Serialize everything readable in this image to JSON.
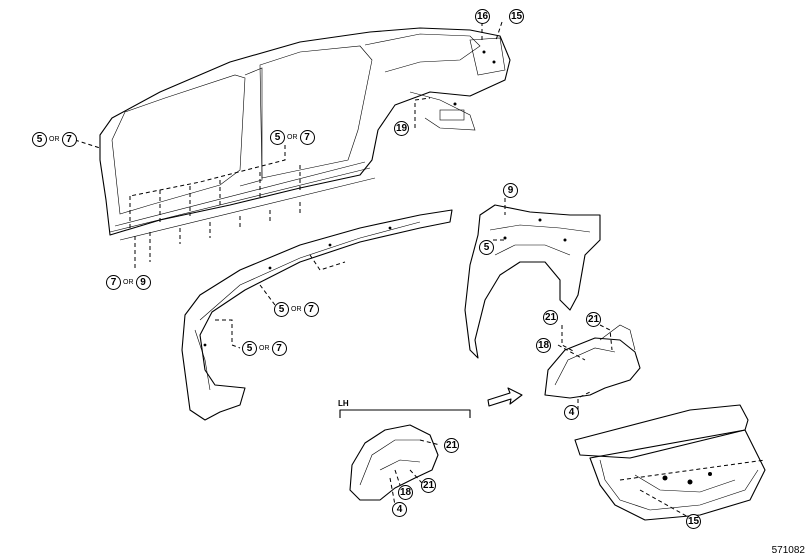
{
  "callouts": {
    "c16": "16",
    "c15_top": "15",
    "c19": "19",
    "c5_or_7_left": {
      "a": "5",
      "or": "OR",
      "b": "7"
    },
    "c5_or_7_mid": {
      "a": "5",
      "or": "OR",
      "b": "7"
    },
    "c7_or_9": {
      "a": "7",
      "or": "OR",
      "b": "9"
    },
    "c9": "9",
    "c5_right": "5",
    "c5_or_7_roof": {
      "a": "5",
      "or": "OR",
      "b": "7"
    },
    "c5_or_7_pillar": {
      "a": "5",
      "or": "OR",
      "b": "7"
    },
    "c21_a": "21",
    "c21_b": "21",
    "c18_right": "18",
    "c4_right": "4",
    "c21_lh_top": "21",
    "c21_lh_bottom": "21",
    "c18_lh": "18",
    "c4_lh": "4",
    "c15_trunk": "15"
  },
  "lh_label": "LH",
  "diagram_code": "571082"
}
